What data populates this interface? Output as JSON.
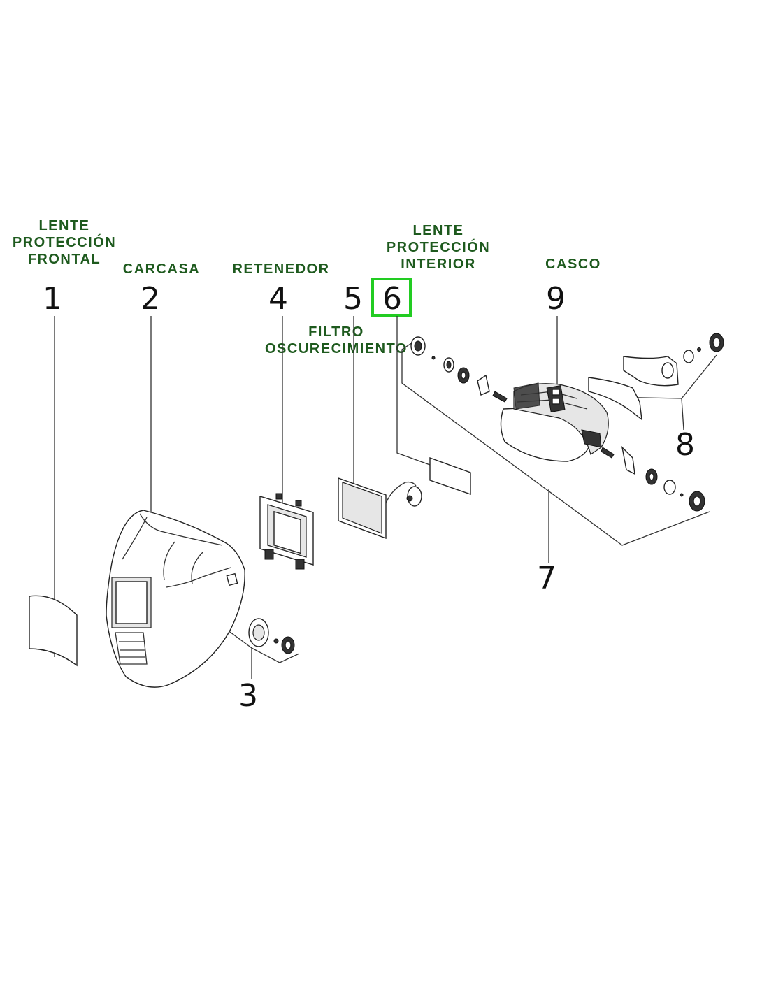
{
  "labels": {
    "lente_frontal": [
      "LENTE",
      "PROTECCIÓN",
      "FRONTAL"
    ],
    "carcasa": "CARCASA",
    "retenedor": "RETENEDOR",
    "lente_interior": [
      "LENTE",
      "PROTECCIÓN",
      "INTERIOR"
    ],
    "casco": "CASCO",
    "filtro": [
      "FILTRO",
      "OSCURECIMIENTO"
    ]
  },
  "numbers": [
    "1",
    "2",
    "3",
    "4",
    "5",
    "6",
    "7",
    "8",
    "9"
  ],
  "highlight": {
    "part": "6",
    "color": "#22cc22"
  },
  "colors": {
    "label": "#1e5a1e",
    "line": "#333333"
  }
}
